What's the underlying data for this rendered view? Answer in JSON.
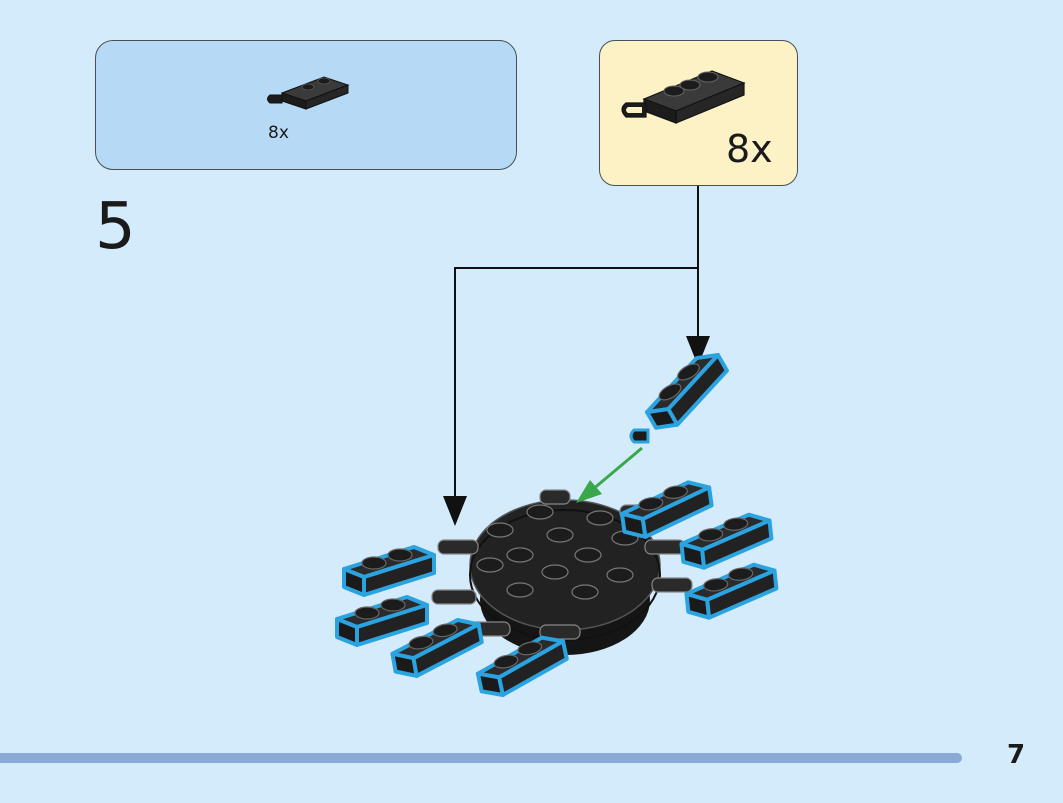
{
  "step": {
    "number": "5"
  },
  "parts_list": {
    "items": [
      {
        "name": "plate-with-clip",
        "quantity": "8x"
      }
    ]
  },
  "subassembly": {
    "quantity": "8x"
  },
  "page": {
    "number": "7"
  },
  "colors": {
    "background": "#d3ebfb",
    "parts_box": "#b6daf5",
    "subassembly_box": "#fdf2c6",
    "brick": "#1c1c1c",
    "highlight": "#2aa3e0",
    "insert_arrow": "#3aa84a",
    "footer_bar": "#8aa9d6"
  }
}
